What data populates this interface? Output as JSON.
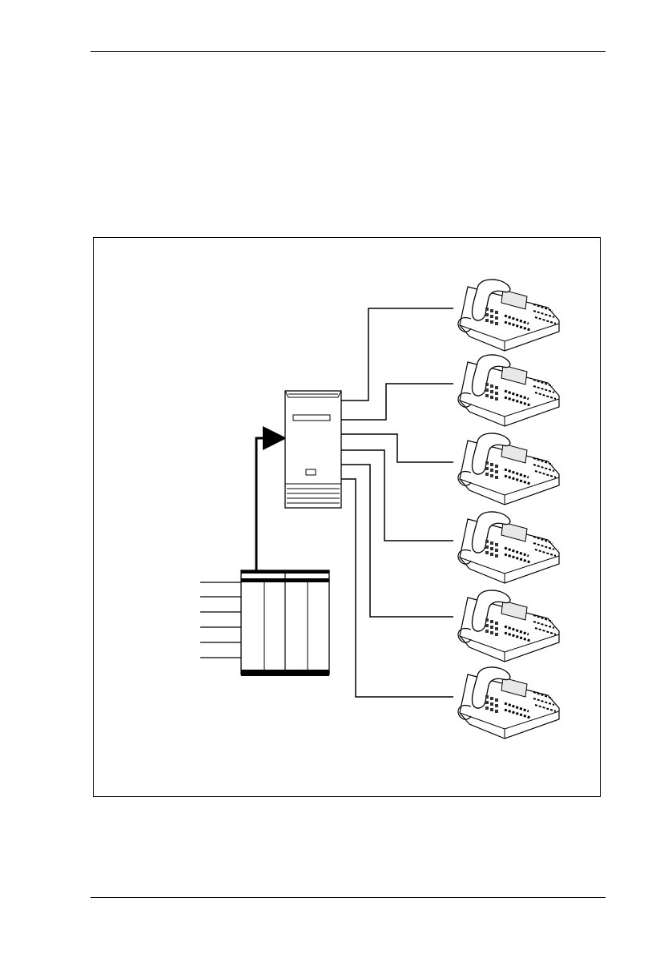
{
  "page": {
    "header_rule": "",
    "footer_rule": ""
  },
  "diagram": {
    "title": "",
    "nodes": [
      {
        "id": "ksu",
        "kind": "key-system-unit",
        "label": ""
      },
      {
        "id": "pbx",
        "kind": "pbx-cabinet",
        "label": ""
      },
      {
        "id": "phone-1",
        "kind": "telephone",
        "label": ""
      },
      {
        "id": "phone-2",
        "kind": "telephone",
        "label": ""
      },
      {
        "id": "phone-3",
        "kind": "telephone",
        "label": ""
      },
      {
        "id": "phone-4",
        "kind": "telephone",
        "label": ""
      },
      {
        "id": "phone-5",
        "kind": "telephone",
        "label": ""
      },
      {
        "id": "phone-6",
        "kind": "telephone",
        "label": ""
      }
    ],
    "edges": [
      {
        "from": "pbx",
        "to": "ksu",
        "arrow": true
      },
      {
        "from": "ksu",
        "to": "phone-1"
      },
      {
        "from": "ksu",
        "to": "phone-2"
      },
      {
        "from": "ksu",
        "to": "phone-3"
      },
      {
        "from": "ksu",
        "to": "phone-4"
      },
      {
        "from": "ksu",
        "to": "phone-5"
      },
      {
        "from": "ksu",
        "to": "phone-6"
      }
    ],
    "incoming_trunk_lines": 6
  }
}
